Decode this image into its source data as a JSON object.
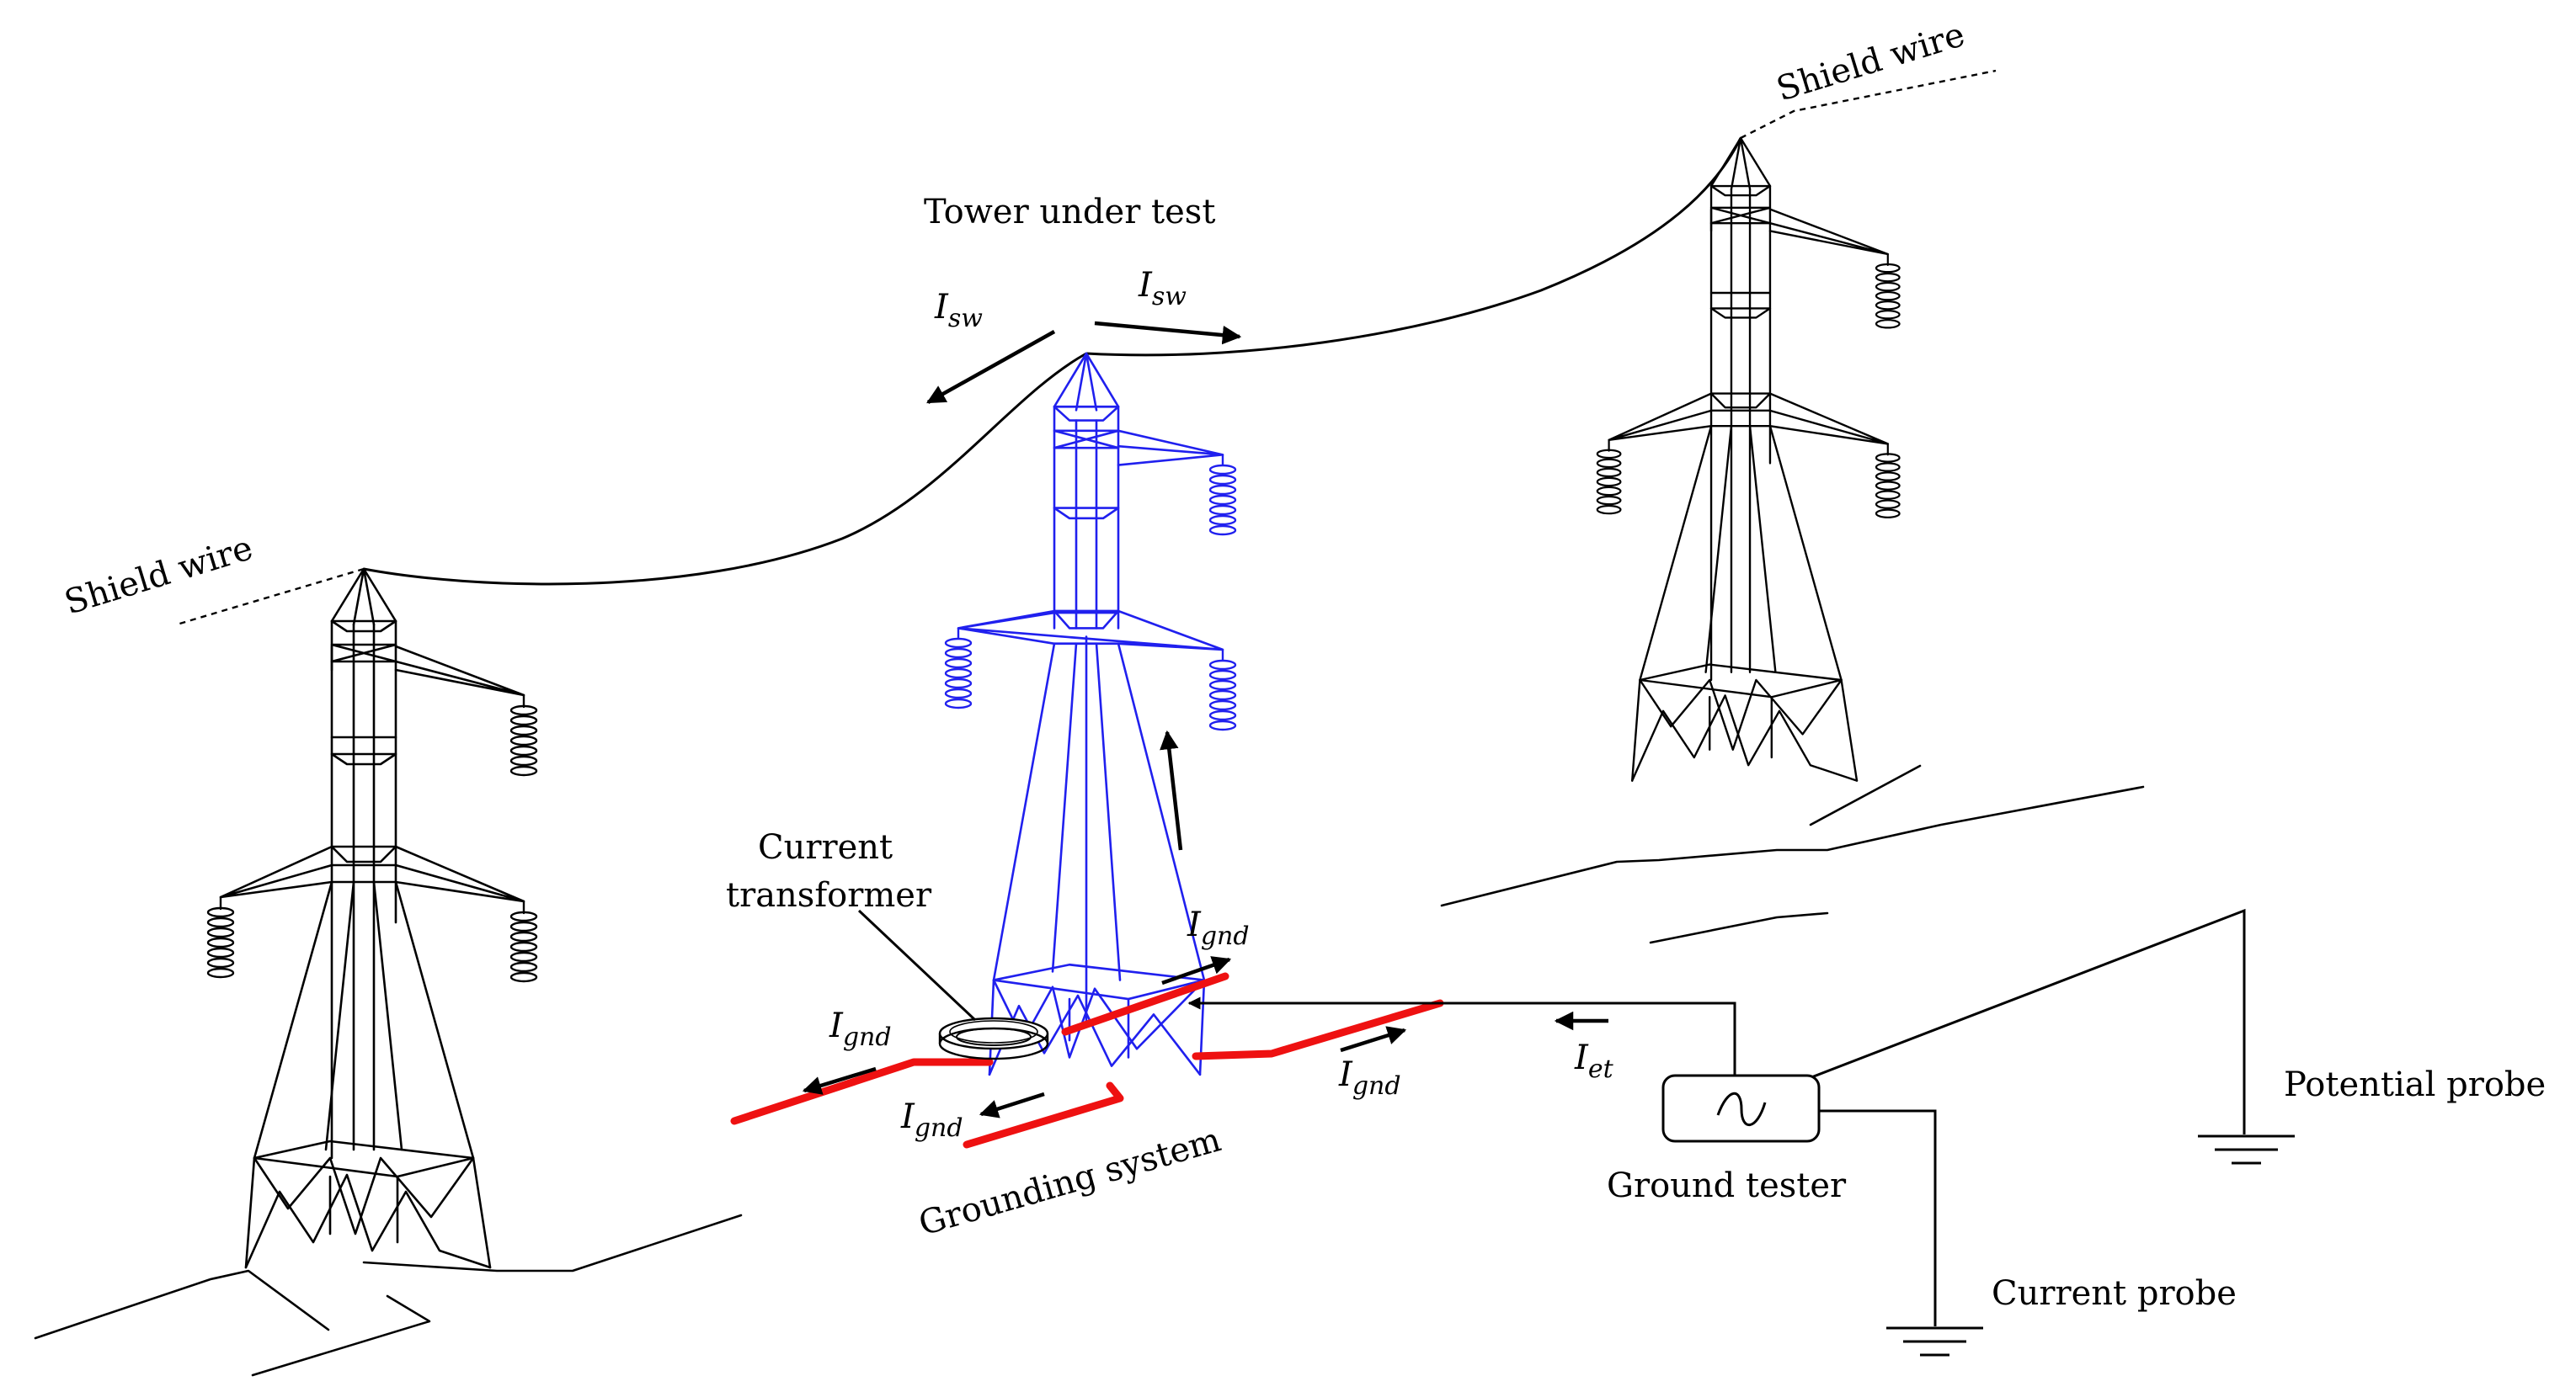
{
  "labels": {
    "shield_wire_left": "Shield wire",
    "shield_wire_right": "Shield wire",
    "tower_under_test": "Tower under test",
    "current_transformer_line1": "Current",
    "current_transformer_line2": "transformer",
    "grounding_system": "Grounding system",
    "ground_tester": "Ground tester",
    "potential_probe": "Potential probe",
    "current_probe": "Current probe"
  },
  "currents": {
    "sw": {
      "symbol": "I",
      "sub": "sw"
    },
    "gnd": {
      "symbol": "I",
      "sub": "gnd"
    },
    "et": {
      "symbol": "I",
      "sub": "et"
    }
  },
  "colors": {
    "tower_under_test": "#2020ee",
    "grounding_system": "#ee1111",
    "other_towers": "#000000"
  }
}
